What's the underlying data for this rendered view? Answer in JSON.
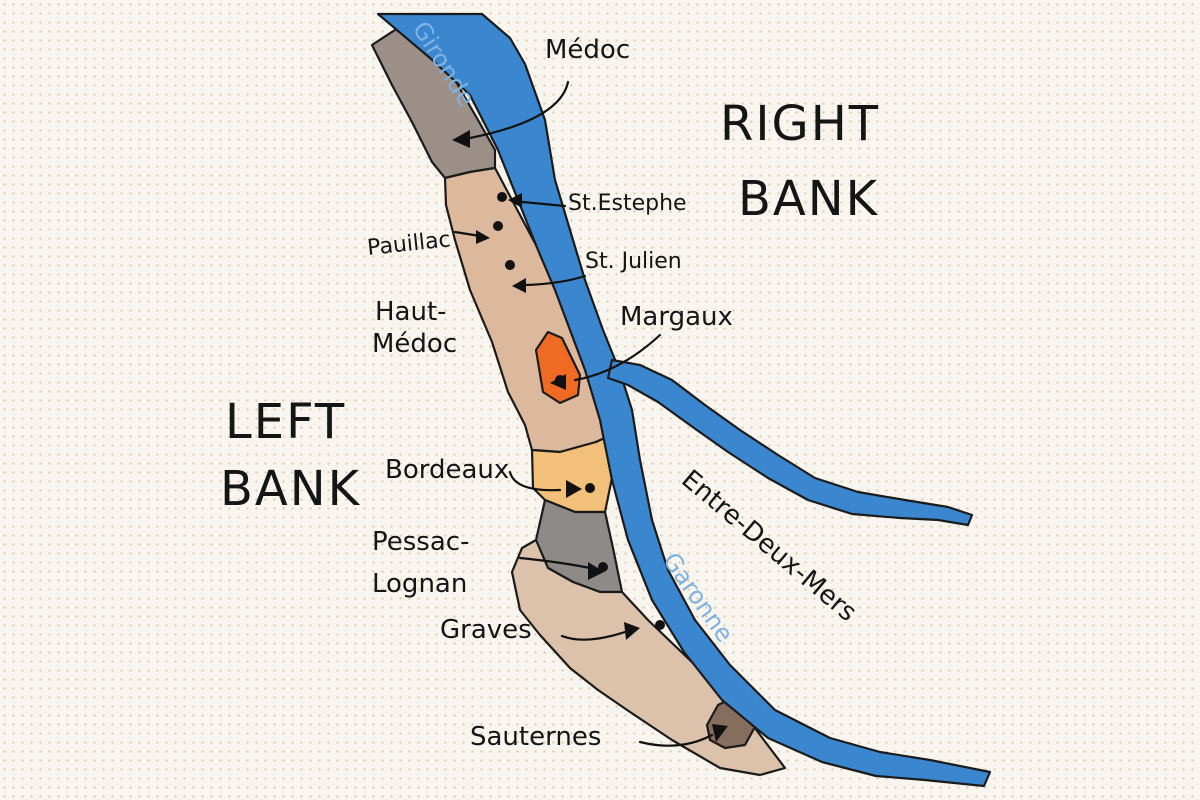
{
  "map": {
    "banks": {
      "right_line1": "RIGHT",
      "right_line2": "BANK",
      "left_line1": "LEFT",
      "left_line2": "BANK"
    },
    "rivers": {
      "gironde": "Gironde",
      "garonne": "Garonne"
    },
    "region": "Entre-Deux-Mers",
    "appellations": {
      "medoc": "Médoc",
      "st_estephe": "St.Estephe",
      "pauillac": "Pauillac",
      "st_julien": "St. Julien",
      "haut_medoc_line1": "Haut-",
      "haut_medoc_line2": "Médoc",
      "margaux": "Margaux",
      "bordeaux": "Bordeaux",
      "pessac_line1": "Pessac-",
      "pessac_line2": "Lognan",
      "graves": "Graves",
      "sauternes": "Sauternes"
    },
    "colors": {
      "river": "#3b87cf",
      "medoc": "#9b8f88",
      "haut_medoc": "#dcb99c",
      "margaux": "#ef6a22",
      "bordeaux": "#f3c07a",
      "pessac": "#8d8a88",
      "graves": "#dcc2aa",
      "sauternes": "#866e5e"
    }
  }
}
